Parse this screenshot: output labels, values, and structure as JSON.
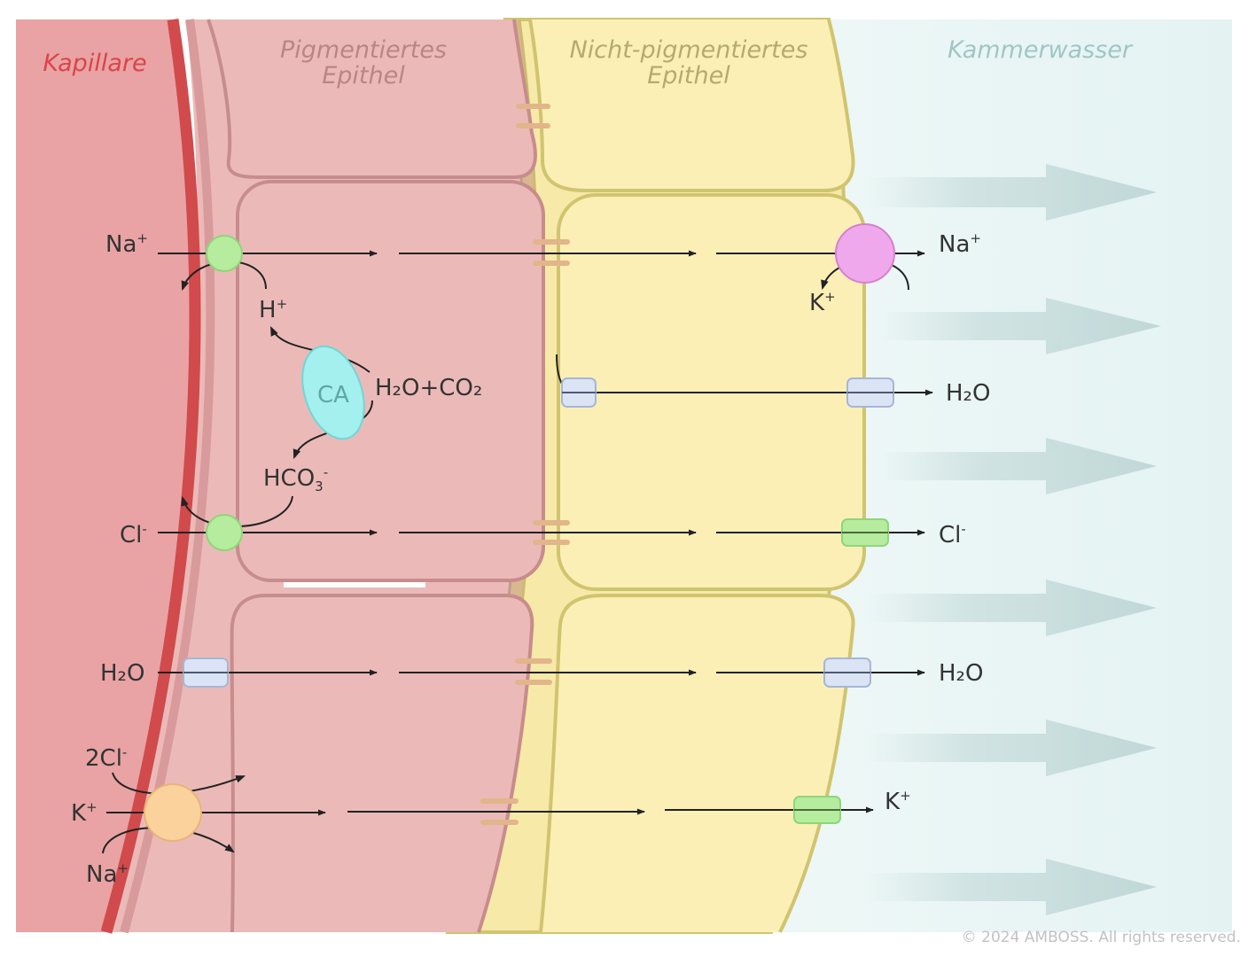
{
  "regions": {
    "capillary": {
      "title": "Kapillare",
      "color": "#d9454a"
    },
    "pigmented": {
      "title_line1": "Pigmentiertes",
      "title_line2": "Epithel",
      "color": "#bb8487"
    },
    "non_pigmented": {
      "title_line1": "Nicht-pigmentiertes",
      "title_line2": "Epithel",
      "color": "#b3ab6c"
    },
    "aqueous": {
      "title": "Kammerwasser",
      "color": "#9fc7c4"
    }
  },
  "ions": {
    "na_in": {
      "base": "Na",
      "sup": "+"
    },
    "na_out": {
      "base": "Na",
      "sup": "+"
    },
    "k_exchange": {
      "base": "K",
      "sup": "+"
    },
    "h": {
      "base": "H",
      "sup": "+"
    },
    "reaction": {
      "text": "H₂O+CO₂"
    },
    "hco3": {
      "base": "HCO",
      "sub": "3",
      "sup": "-"
    },
    "cl_in": {
      "base": "Cl",
      "sup": "-"
    },
    "cl_out": {
      "base": "Cl",
      "sup": "-"
    },
    "h2o_mid": {
      "text": "H₂O"
    },
    "h2o_in": {
      "text": "H₂O"
    },
    "h2o_out": {
      "text": "H₂O"
    },
    "cl2": {
      "base": "2Cl",
      "sup": "-"
    },
    "k_in": {
      "base": "K",
      "sup": "+"
    },
    "na_bottom": {
      "base": "Na",
      "sup": "+"
    },
    "k_out": {
      "base": "K",
      "sup": "+"
    }
  },
  "enzyme": {
    "label": "CA"
  },
  "colors": {
    "capillary_fill": "#e9a3a4",
    "capillary_wall": "#d14a4c",
    "pigmented_fill": "#ebbab8",
    "non_pigmented_fill": "#fbefb6",
    "aqueous_fill": "#e8f5f4",
    "transporter_green": "#b6ec9e",
    "transporter_pink": "#f0a8ec",
    "transporter_orange": "#fbd29c",
    "channel_blue": "#dbe4f5",
    "enzyme_cyan": "#a3f0ee"
  },
  "copyright": "© 2024 AMBOSS. All rights reserved."
}
